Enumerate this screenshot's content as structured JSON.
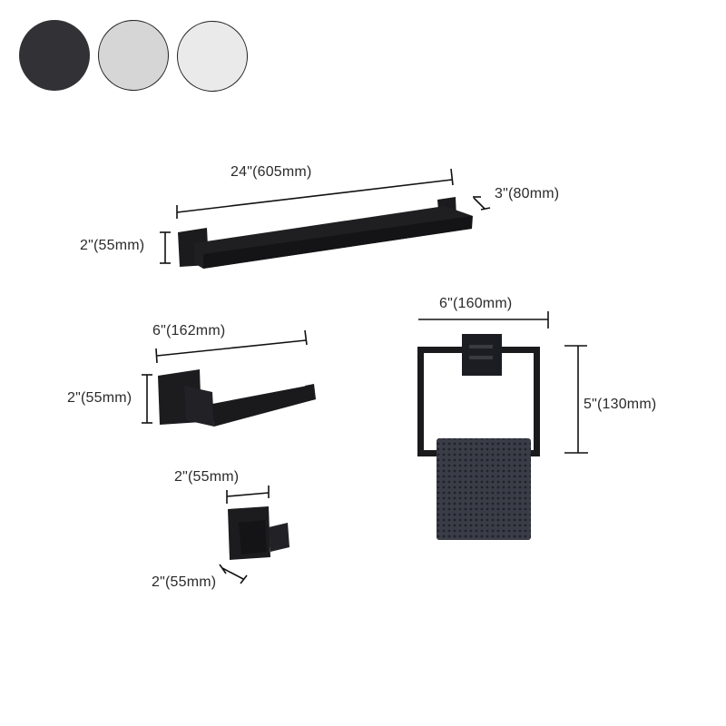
{
  "color_options": [
    {
      "name": "Black",
      "hex": "#323236",
      "border": "none"
    },
    {
      "name": "Silver",
      "hex": "#d6d6d6",
      "border": "#222222"
    },
    {
      "name": "White",
      "hex": "#ebeaea",
      "border": "#222222"
    }
  ],
  "products": {
    "towel_bar": {
      "width_label": "24\"(605mm)",
      "depth_label": "3\"(80mm)",
      "height_label": "2\"(55mm)"
    },
    "toilet_paper_holder": {
      "width_label": "6\"(162mm)",
      "height_label": "2\"(55mm)"
    },
    "towel_ring": {
      "width_label": "6\"(160mm)",
      "height_label": "5\"(130mm)"
    },
    "robe_hook": {
      "width_label": "2\"(55mm)",
      "depth_label": "2\"(55mm)"
    }
  }
}
